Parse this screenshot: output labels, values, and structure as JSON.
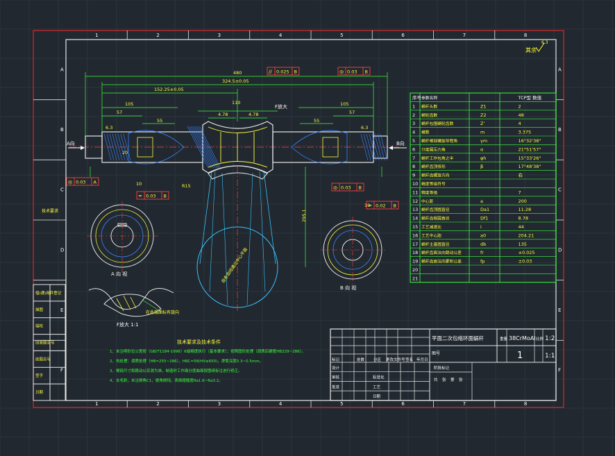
{
  "zone_columns": [
    "1",
    "2",
    "3",
    "4",
    "5",
    "6",
    "7",
    "8"
  ],
  "zone_rows": [
    "A",
    "B",
    "C",
    "D",
    "E",
    "F"
  ],
  "roughness_label": "其余",
  "roughness_value": "6.3",
  "dims": {
    "total": "480",
    "half": "324.5±0.05",
    "offset": "152.25±0.05",
    "center_wid": "110",
    "d1": "4.78",
    "d2": "4.78",
    "left_len": "105",
    "right_len": "105",
    "left_57": "57",
    "right_57": "57",
    "left_55": "55",
    "right_55": "55",
    "lh": "6.3",
    "rh": "6.3",
    "depth": "20",
    "radius": "R15",
    "angle_left": "10",
    "angle_right": "10",
    "dim_vert": "295.1"
  },
  "tolerance_frames": [
    {
      "sym": "//",
      "val": "0.025",
      "datum": "B"
    },
    {
      "sym": "◎",
      "val": "0.03",
      "datum": "B"
    },
    {
      "sym": "◎",
      "val": "0.03",
      "datum": "A"
    },
    {
      "sym": "=",
      "val": "0.03",
      "datum": "B"
    },
    {
      "sym": "◎",
      "val": "0.03",
      "datum": "B"
    },
    {
      "sym": "=",
      "val": "0.02",
      "datum": "B"
    }
  ],
  "view_labels": {
    "a_arrow": "A向",
    "b_arrow": "B向",
    "a_view": "A 向 视",
    "b_view": "B 向 视",
    "f_detail": "F放大",
    "f_scale": "F放大 1:1",
    "rack_note": "齿条齿线通过中心平面",
    "wheel_note": "在此端面标有旋向",
    "scale": "1:1"
  },
  "left_side_label": "技术要求",
  "param_table": {
    "header": [
      "序号",
      "参数名称",
      "",
      "TCP型 数值"
    ],
    "rows": [
      [
        "1",
        "蜗杆头数",
        "Z1",
        "2"
      ],
      [
        "2",
        "蜗轮齿数",
        "Z2",
        "48"
      ],
      [
        "3",
        "蜗杆包围蜗轮齿数",
        "Z'",
        "4"
      ],
      [
        "4",
        "模数",
        "m",
        "3.375"
      ],
      [
        "5",
        "蜗杆喉部螺旋导程角",
        "γm",
        "16°32'38\""
      ],
      [
        "6",
        "分度圆压力角",
        "α",
        "21°51'57\""
      ],
      [
        "7",
        "蜗杆工作包角之半",
        "φh",
        "15°33'26\""
      ],
      [
        "8",
        "蜗杆齿顶修形",
        "β",
        "17°48'38\""
      ],
      [
        "9",
        "蜗杆齿螺旋方向",
        "",
        "右"
      ],
      [
        "10",
        "精度等级符号",
        "",
        ""
      ],
      [
        "11",
        "精度等级",
        "",
        "7"
      ],
      [
        "12",
        "中心距",
        "a",
        "200"
      ],
      [
        "13",
        "蜗杆齿顶圆直径",
        "Da1",
        "11.28"
      ],
      [
        "14",
        "蜗杆齿根圆直径",
        "Df1",
        "8.78"
      ],
      [
        "15",
        "工艺减速比",
        "i",
        "44"
      ],
      [
        "16",
        "工艺中心距",
        "a0",
        "204.21"
      ],
      [
        "17",
        "蜗杆主基圆直径",
        "db",
        "135"
      ],
      [
        "18",
        "蜗杆齿面法向跳动公差",
        "fr",
        "±0.025"
      ],
      [
        "19",
        "蜗杆齿面法向累积公差",
        "fp",
        "±0.03"
      ],
      [
        "20",
        "",
        "",
        ""
      ],
      [
        "21",
        "",
        "",
        ""
      ]
    ]
  },
  "notes": {
    "title": "技术要求及技术条件",
    "lines": [
      "1、未注明形位公差按（GB/T1184-1996）K级精度执行（基本要求）；按照图形处理（调质后硬度HB229~286）。",
      "2、热处理：调质处理（HB=255~286），HRC=58(HV≥650)，渗氮深度0.3~0.5mm。",
      "3、喉部尺寸和跳动以实测为准，制造时工作面分度曲面按图纸标注进行修正。",
      "4、去毛刺，未注倒角C1，棱角倒钝，表面粗糙度Ra1.6~Ra3.2。"
    ]
  },
  "title_block": {
    "part_name": "平面二次包络环面蜗杆",
    "material": "38CrMoAl",
    "sheet_label": "图号",
    "qty": "1",
    "scale": "1:2",
    "scale2": "1:1",
    "header_cols": [
      "标记",
      "处数",
      "分区",
      "更改文件号",
      "签名",
      "年月日"
    ],
    "role_rows": [
      "设计",
      "审核",
      "批准"
    ],
    "role_right": [
      "标准化",
      "工艺",
      "日期"
    ],
    "stage": "阶段标记",
    "weight": "重量",
    "ratio": "比例",
    "sheets": [
      "共",
      "张",
      "第",
      "张"
    ]
  },
  "left_block": [
    "借(通)用件登记",
    "描图",
    "描校",
    "旧底图总号",
    "底图总号",
    "签字",
    "日期"
  ]
}
